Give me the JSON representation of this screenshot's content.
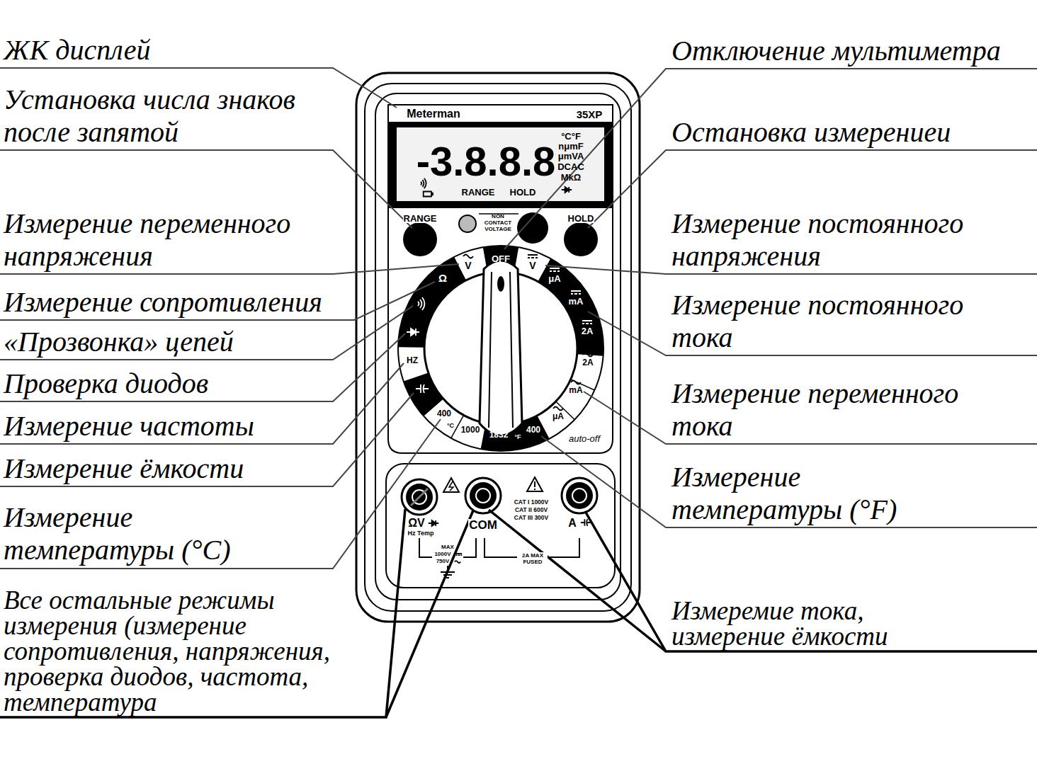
{
  "diagram": {
    "labels": [
      "ЖК дисплей",
      "Установка числа знаков после запятой",
      "Измерение переменного напряжения",
      "Измерение сопротивления",
      "«Прозвонка» цепей",
      "Проверка диодов",
      "Измерение частоты",
      "Измерение ёмкости",
      "Измерение температуры (°C)",
      "Все остальные режимы измерения (измерение сопротивления, напряжения, проверка диодов, частота, температура",
      "Отключение мультиметра",
      "Остановка измерениеи",
      "Измерение постоянного напряжения",
      "Измерение постоянного тока",
      "Измерение переменного тока",
      "Измерение температуры (°F)",
      "Измеремие тока, измерение ёмкости",
      "Meterman",
      "35XP",
      "-3.8.8.8",
      "°C°F",
      "nμmF",
      "μmVA",
      "DCAC",
      "MkΩ",
      "RANGE",
      "HOLD",
      "RANGE",
      "NON CONTACT VOLTAGE",
      "HOLD",
      "V",
      "OFF",
      "V",
      "μA",
      "mA",
      "2A",
      "2A",
      "mA",
      "μA",
      "400",
      "°F",
      "1832",
      "1000",
      "°C",
      "400",
      "HZ",
      "Ω",
      "auto-off",
      "ΩV",
      "Hz Temp",
      "COM",
      "CAT I 1000V",
      "CAT II 600V",
      "CAT III 300V",
      "A",
      "MAX",
      "1000V",
      "750V",
      "2A MAX FUSED"
    ]
  }
}
